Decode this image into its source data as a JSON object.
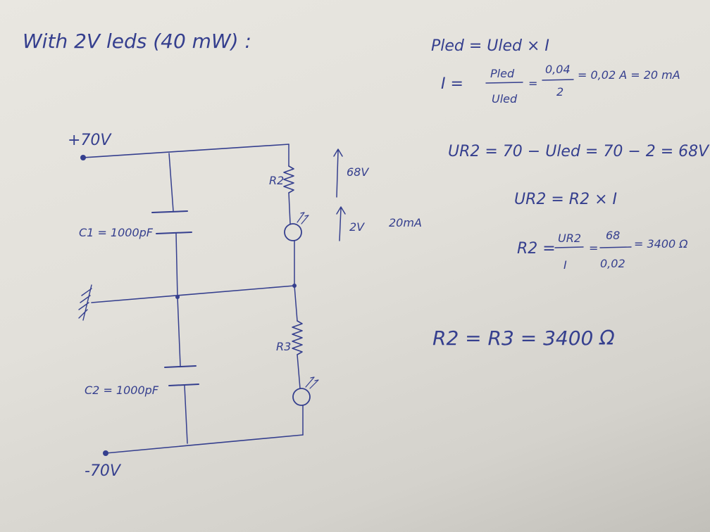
{
  "heading": "With 2V leds (40 mW) :",
  "circuit": {
    "supply_top": "+70V",
    "supply_bottom": "-70V",
    "c1_label": "C1 = 1000pF",
    "c2_label": "C2 = 1000pF",
    "r2_label": "R2",
    "r3_label": "R3",
    "v_resistor": "68V",
    "v_led": "2V",
    "i_led": "20mA"
  },
  "equations": {
    "power": "Pled = Uled × I",
    "current_lhs": "I =",
    "current_num": "Pled",
    "current_den": "Uled",
    "current_eq1": "=",
    "current_num2": "0,04",
    "current_den2": "2",
    "current_result": "= 0,02 A = 20 mA",
    "ur2_line": "UR2 = 70 − Uled = 70 − 2 = 68V",
    "ohm": "UR2 = R2 × I",
    "r2_lhs": "R2 =",
    "r2_num": "UR2",
    "r2_den": "I",
    "r2_eq": "=",
    "r2_num2": "68",
    "r2_den2": "0,02",
    "r2_result": "= 3400 Ω",
    "final": "R2 = R3 = 3400 Ω"
  },
  "colors": {
    "ink": "#353f8e",
    "paper": "#e6e4de"
  }
}
